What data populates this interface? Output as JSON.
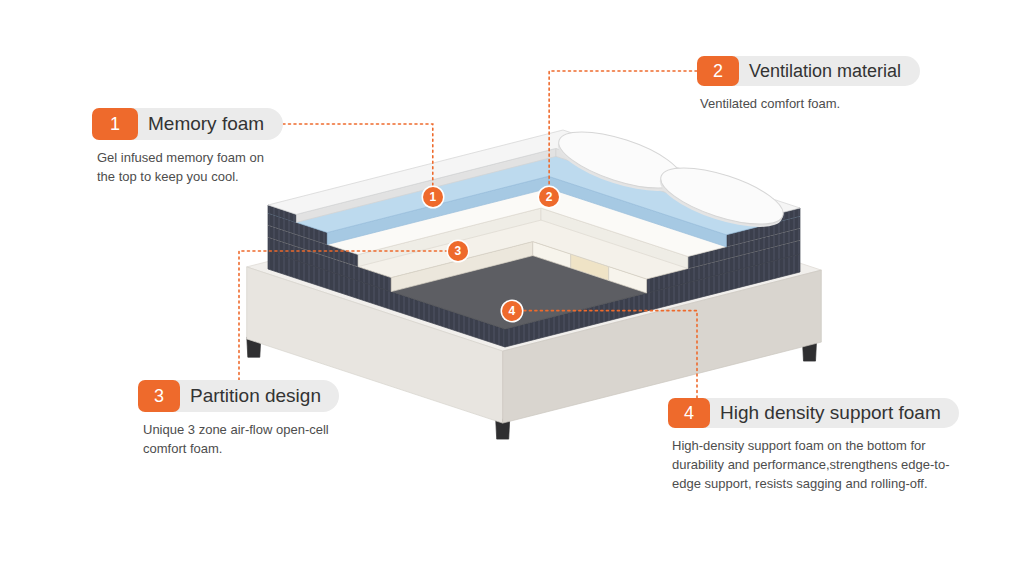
{
  "diagram": {
    "nodes": [
      {
        "text": [
          "Memory foam",
          "Gel infused memory foam on the top to keep you cool."
        ]
      },
      {
        "text": [
          "1"
        ],
        "in": 0
      },
      {
        "text": [
          "Ventilation material",
          "Ventilated comfort foam."
        ]
      },
      {
        "text": [
          "2"
        ],
        "in": 2
      },
      {
        "text": [
          "Partition design",
          "Unique 3 zone air-flow open-cell comfort foam."
        ]
      },
      {
        "text": [
          "3"
        ],
        "in": 4
      },
      {
        "text": [
          "High density support foam",
          "High-density support foam on the bottom for durability and performance,strengthens edge-to-edge support, resists sagging and rolling-off."
        ]
      },
      {
        "text": [
          "4"
        ],
        "in": 6
      },
      {
        "text": [
          "1"
        ]
      },
      {
        "text": [
          "2"
        ]
      },
      {
        "text": [
          "3"
        ]
      },
      {
        "text": [
          "4"
        ]
      }
    ],
    "edges": [
      {
        "from": 0,
        "to": 8,
        "arrow": "none"
      },
      {
        "from": 2,
        "to": 9,
        "arrow": "none"
      },
      {
        "from": 4,
        "to": 10,
        "arrow": "none"
      },
      {
        "from": 6,
        "to": 11,
        "arrow": "none"
      }
    ]
  }
}
